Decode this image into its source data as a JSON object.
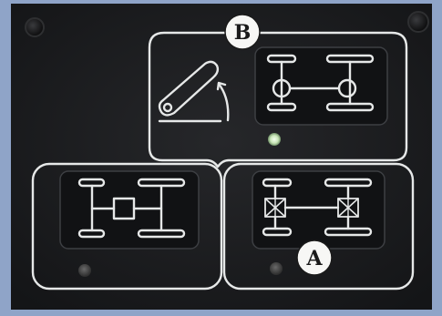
{
  "markers": {
    "b": "B",
    "a": "A"
  },
  "indicators": {
    "top": "on",
    "bottom_left": "off",
    "bottom_right": "off"
  },
  "colors": {
    "frame": "#8fa4c8",
    "plate": "#1b1c1e",
    "outline": "#e6e8e8",
    "lamp_on": "#d8eec8",
    "lamp_off": "#4a4a4a"
  },
  "icons": {
    "panel_top_left": "handbrake-lever-icon",
    "panel_top_right": "two-wheel-drive-axles-icon",
    "panel_bottom_left": "transfer-case-drivetrain-icon",
    "panel_bottom_right": "four-wheel-drive-locked-icon"
  }
}
